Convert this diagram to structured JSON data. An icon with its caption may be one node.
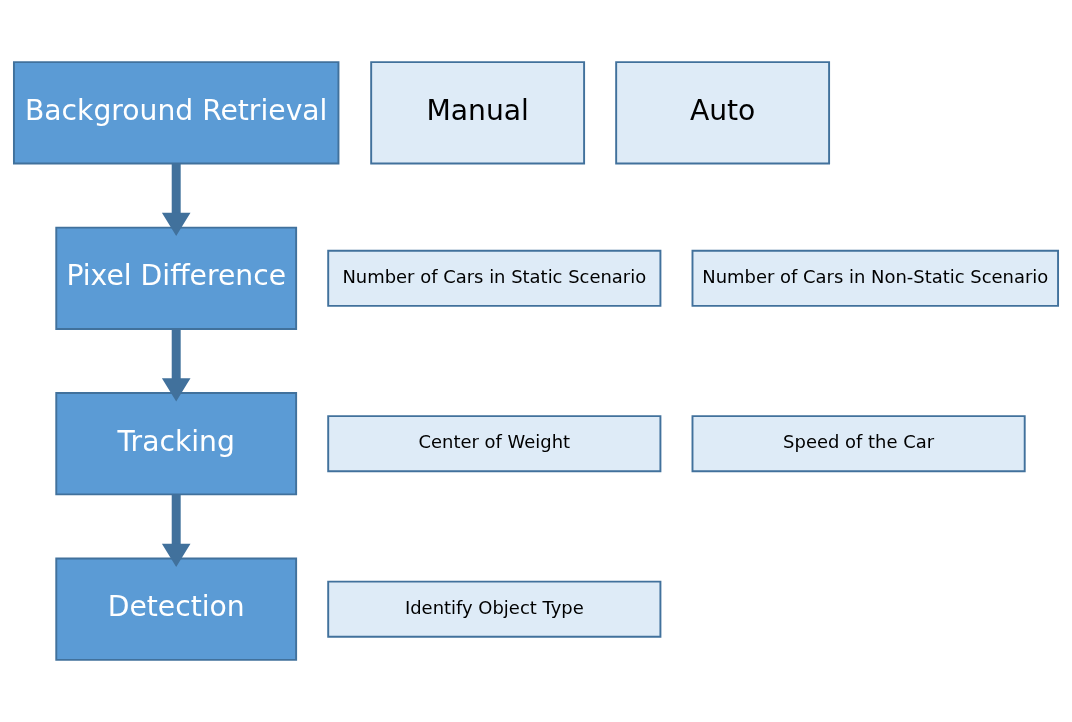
{
  "diagram": {
    "nodes": [
      {
        "text": [
          "Background Retrieval"
        ]
      },
      {
        "text": [
          "Manual"
        ]
      },
      {
        "text": [
          "Auto"
        ]
      },
      {
        "text": [
          "Pixel Difference"
        ]
      },
      {
        "text": [
          "Number of Cars in Static Scenario"
        ]
      },
      {
        "text": [
          "Number of Cars in Non-Static Scenario"
        ]
      },
      {
        "text": [
          "Tracking"
        ]
      },
      {
        "text": [
          "Center of Weight"
        ]
      },
      {
        "text": [
          "Speed of the Car"
        ]
      },
      {
        "text": [
          "Detection"
        ]
      },
      {
        "text": [
          "Identify Object Type"
        ]
      }
    ],
    "edges": [
      {
        "from": 0,
        "to": 3,
        "arrow": "to"
      },
      {
        "from": 3,
        "to": 6,
        "arrow": "to"
      },
      {
        "from": 6,
        "to": 9,
        "arrow": "to"
      }
    ]
  }
}
